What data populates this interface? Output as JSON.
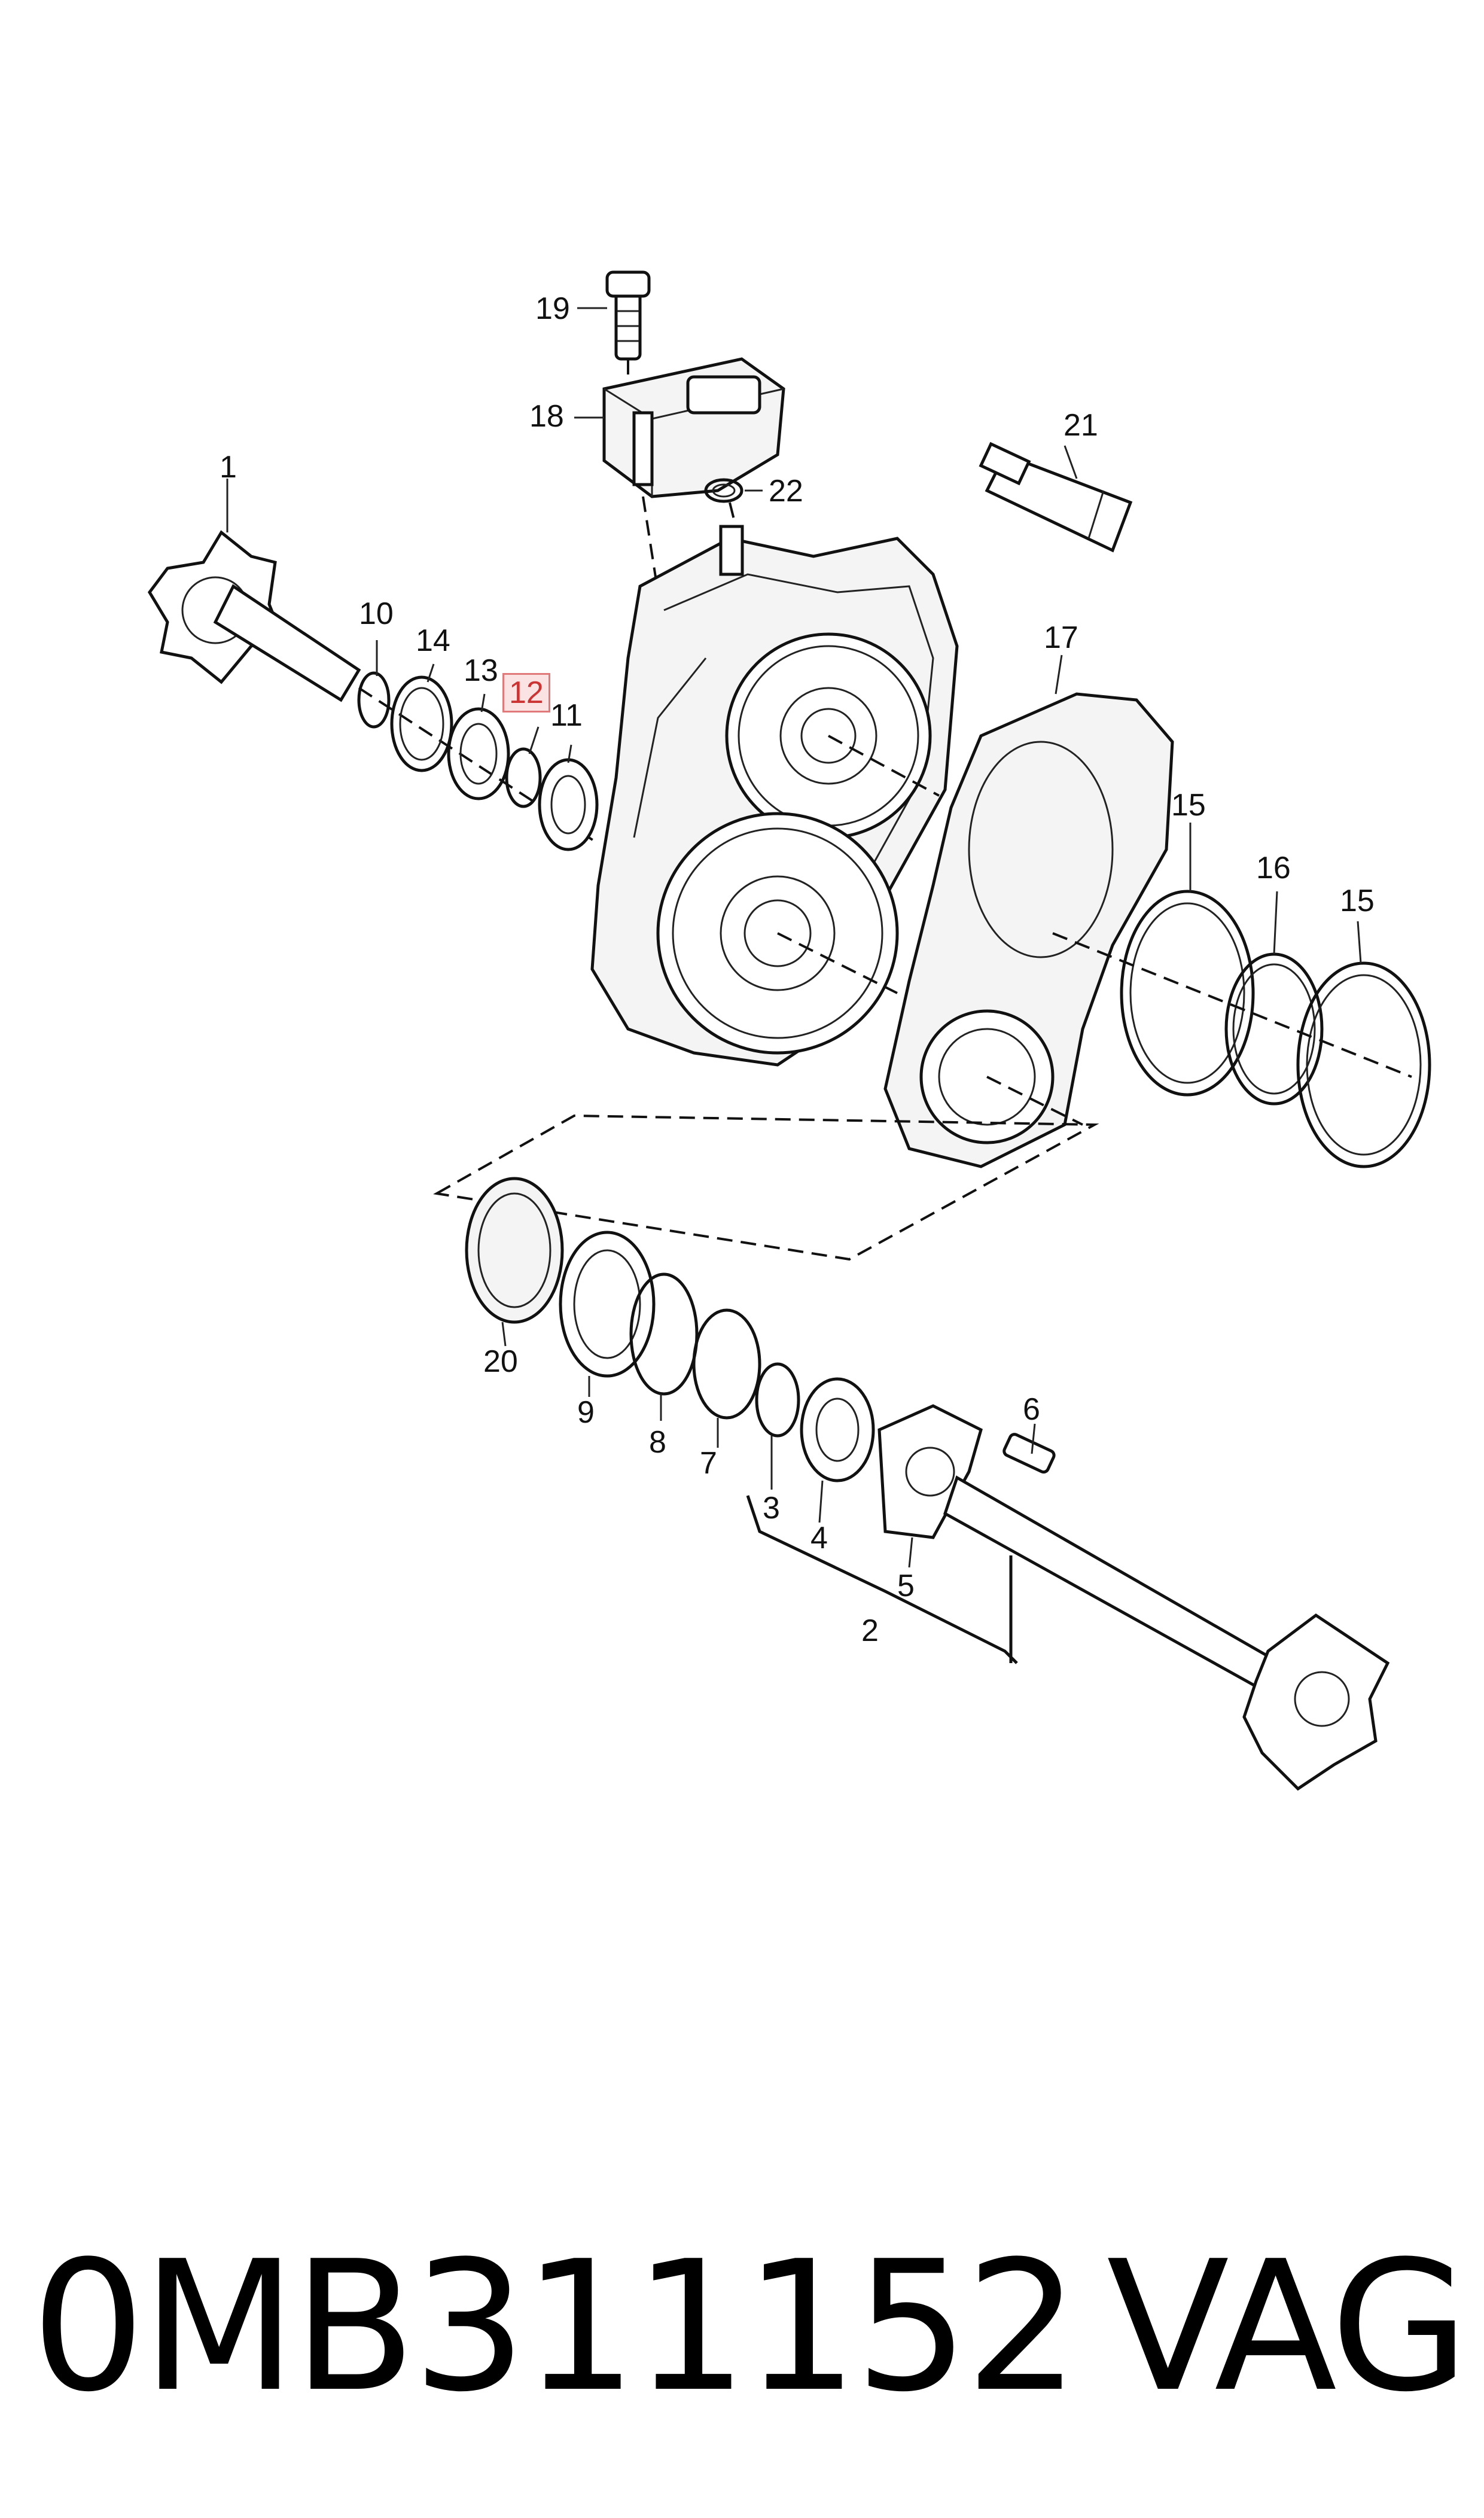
{
  "diagram": {
    "callouts": [
      {
        "id": "1",
        "label": "1"
      },
      {
        "id": "2",
        "label": "2"
      },
      {
        "id": "3",
        "label": "3"
      },
      {
        "id": "4",
        "label": "4"
      },
      {
        "id": "5",
        "label": "5"
      },
      {
        "id": "6",
        "label": "6"
      },
      {
        "id": "7",
        "label": "7"
      },
      {
        "id": "8",
        "label": "8"
      },
      {
        "id": "9",
        "label": "9"
      },
      {
        "id": "10",
        "label": "10"
      },
      {
        "id": "11",
        "label": "11"
      },
      {
        "id": "12",
        "label": "12",
        "highlighted": true
      },
      {
        "id": "13",
        "label": "13"
      },
      {
        "id": "14",
        "label": "14"
      },
      {
        "id": "15a",
        "label": "15"
      },
      {
        "id": "15b",
        "label": "15"
      },
      {
        "id": "16",
        "label": "16"
      },
      {
        "id": "17",
        "label": "17"
      },
      {
        "id": "18",
        "label": "18"
      },
      {
        "id": "19",
        "label": "19"
      },
      {
        "id": "20",
        "label": "20"
      },
      {
        "id": "21",
        "label": "21"
      },
      {
        "id": "22",
        "label": "22"
      }
    ],
    "highlight_color": "#fbe3e3"
  },
  "footer": {
    "part_number": "0MB311152",
    "brand": "VAG"
  }
}
